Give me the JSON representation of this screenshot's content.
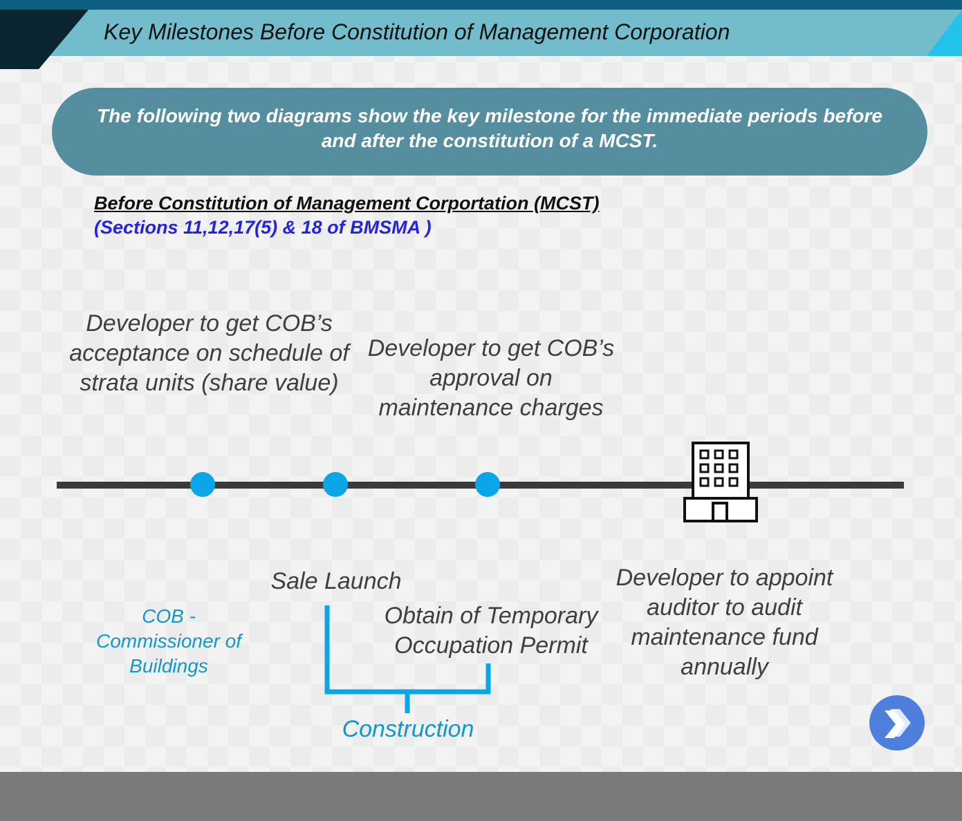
{
  "header": {
    "title": "Key Milestones Before Constitution of Management Corporation"
  },
  "intro": {
    "text": "The following two diagrams show the key milestone for the immediate periods before and after the constitution of a MCST."
  },
  "section": {
    "heading": "Before Constitution of Management Corportation (MCST)",
    "reference": "(Sections 11,12,17(5) & 18 of BMSMA )"
  },
  "milestones_above": {
    "schedule_acceptance": "Developer to get COB’s acceptance on schedule of strata units (share value)",
    "maintenance_charges": "Developer to get COB’s approval on maintenance charges"
  },
  "milestones_below": {
    "sale_launch": "Sale Launch",
    "top": "Obtain of Temporary Occupation Permit",
    "auditor": "Developer to appoint auditor to audit maintenance fund annually"
  },
  "glossary": {
    "cob": "COB - Commissioner of Buildings"
  },
  "bracket": {
    "label": "Construction"
  },
  "icons": {
    "building": "building-icon",
    "next": "chevron-right-icon"
  },
  "colors": {
    "header_band": "#72bccb",
    "header_dark": "#0b2530",
    "intro_pill": "#558e9f",
    "milestone_dot": "#0aa6e8",
    "timeline": "#3a3a3a",
    "reference_text": "#2323e6",
    "accent_text": "#0f98cf",
    "next_button": "#4f7fdc"
  }
}
